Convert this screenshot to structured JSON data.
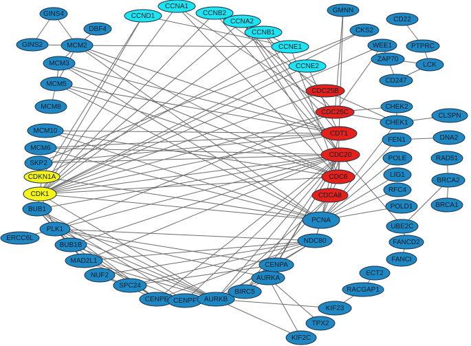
{
  "network": {
    "colors": {
      "blue": "#1f88c3",
      "cyan": "#1ee3f0",
      "red": "#e4211b",
      "yellow": "#f4f419",
      "edge": "#6b6b6b",
      "outline": "#1a2f44"
    },
    "nodes": [
      {
        "id": "GINS4",
        "label": "GINS4",
        "color": "blue"
      },
      {
        "id": "GINS2",
        "label": "GINS2",
        "color": "blue"
      },
      {
        "id": "DBF4",
        "label": "DBF4",
        "color": "blue"
      },
      {
        "id": "MCM2",
        "label": "MCM2",
        "color": "blue"
      },
      {
        "id": "CCND1",
        "label": "CCND1",
        "color": "cyan"
      },
      {
        "id": "CCNA1",
        "label": "CCNA1",
        "color": "cyan"
      },
      {
        "id": "CCNB2",
        "label": "CCNB2",
        "color": "cyan"
      },
      {
        "id": "CCNA2",
        "label": "CCNA2",
        "color": "cyan"
      },
      {
        "id": "CCNB1",
        "label": "CCNB1",
        "color": "cyan"
      },
      {
        "id": "CCNE1",
        "label": "CCNE1",
        "color": "cyan"
      },
      {
        "id": "CCNE2",
        "label": "CCNE2",
        "color": "cyan"
      },
      {
        "id": "GMNN",
        "label": "GMNN",
        "color": "blue"
      },
      {
        "id": "CKS2",
        "label": "CKS2",
        "color": "blue"
      },
      {
        "id": "WEE1",
        "label": "WEE1",
        "color": "blue"
      },
      {
        "id": "CD22",
        "label": "CD22",
        "color": "blue"
      },
      {
        "id": "PTPRC",
        "label": "PTPRC",
        "color": "blue"
      },
      {
        "id": "ZAP70",
        "label": "ZAP70",
        "color": "blue"
      },
      {
        "id": "LCK",
        "label": "LCK",
        "color": "blue"
      },
      {
        "id": "CD247",
        "label": "CD247",
        "color": "blue"
      },
      {
        "id": "MCM3",
        "label": "MCM3",
        "color": "blue"
      },
      {
        "id": "MCM5",
        "label": "MCM5",
        "color": "blue"
      },
      {
        "id": "MCM8",
        "label": "MCM8",
        "color": "blue"
      },
      {
        "id": "MCM10",
        "label": "MCM10",
        "color": "blue"
      },
      {
        "id": "MCM6",
        "label": "MCM6",
        "color": "blue"
      },
      {
        "id": "SKP2",
        "label": "SKP2",
        "color": "blue"
      },
      {
        "id": "CDKN1A",
        "label": "CDKN1A",
        "color": "yellow"
      },
      {
        "id": "CDK1",
        "label": "CDK1",
        "color": "yellow"
      },
      {
        "id": "BUB1",
        "label": "BUB1",
        "color": "blue"
      },
      {
        "id": "PLK1",
        "label": "PLK1",
        "color": "blue"
      },
      {
        "id": "ERCC6L",
        "label": "ERCC6L",
        "color": "blue"
      },
      {
        "id": "BUB1B",
        "label": "BUB1B",
        "color": "blue"
      },
      {
        "id": "MAD2L1",
        "label": "MAD2L1",
        "color": "blue"
      },
      {
        "id": "NUF2",
        "label": "NUF2",
        "color": "blue"
      },
      {
        "id": "SPC24",
        "label": "SPC24",
        "color": "blue"
      },
      {
        "id": "CENPE",
        "label": "CENPE",
        "color": "blue"
      },
      {
        "id": "CENPF",
        "label": "CENPF",
        "color": "blue"
      },
      {
        "id": "AURKB",
        "label": "AURKB",
        "color": "blue"
      },
      {
        "id": "BIRC5",
        "label": "BIRC5",
        "color": "blue"
      },
      {
        "id": "AURKA",
        "label": "AURKA",
        "color": "blue"
      },
      {
        "id": "CENPA",
        "label": "CENPA",
        "color": "blue"
      },
      {
        "id": "NDC80",
        "label": "NDC80",
        "color": "blue"
      },
      {
        "id": "PCNA",
        "label": "PCNA",
        "color": "blue"
      },
      {
        "id": "CDC25B",
        "label": "CDC25B",
        "color": "red"
      },
      {
        "id": "CDC25C",
        "label": "CDC25C",
        "color": "red"
      },
      {
        "id": "CDT1",
        "label": "CDT1",
        "color": "red"
      },
      {
        "id": "CDC20",
        "label": "CDC20",
        "color": "red"
      },
      {
        "id": "CDC6",
        "label": "CDC6",
        "color": "red"
      },
      {
        "id": "CDCA8",
        "label": "CDCA8",
        "color": "red"
      },
      {
        "id": "CHEK2",
        "label": "CHEK2",
        "color": "blue"
      },
      {
        "id": "CHEK1",
        "label": "CHEK1",
        "color": "blue"
      },
      {
        "id": "CLSPN",
        "label": "CLSPN",
        "color": "blue"
      },
      {
        "id": "FEN1",
        "label": "FEN1",
        "color": "blue"
      },
      {
        "id": "DNA2",
        "label": "DNA2",
        "color": "blue"
      },
      {
        "id": "POLE",
        "label": "POLE",
        "color": "blue"
      },
      {
        "id": "RAD51",
        "label": "RAD51",
        "color": "blue"
      },
      {
        "id": "LIG1",
        "label": "LIG1",
        "color": "blue"
      },
      {
        "id": "BRCA2",
        "label": "BRCA2",
        "color": "blue"
      },
      {
        "id": "RFC4",
        "label": "RFC4",
        "color": "blue"
      },
      {
        "id": "BRCA1",
        "label": "BRCA1",
        "color": "blue"
      },
      {
        "id": "POLD1",
        "label": "POLD1",
        "color": "blue"
      },
      {
        "id": "UBE2C",
        "label": "UBE2C",
        "color": "blue"
      },
      {
        "id": "FANCD2",
        "label": "FANCD2",
        "color": "blue"
      },
      {
        "id": "FANCI",
        "label": "FANCI",
        "color": "blue"
      },
      {
        "id": "ECT2",
        "label": "ECT2",
        "color": "blue"
      },
      {
        "id": "RACGAP1",
        "label": "RACGAP1",
        "color": "blue"
      },
      {
        "id": "KIF23",
        "label": "KIF23",
        "color": "blue"
      },
      {
        "id": "TPX2",
        "label": "TPX2",
        "color": "blue"
      },
      {
        "id": "KIF2C",
        "label": "KIF2C",
        "color": "blue"
      }
    ],
    "edges": [
      [
        "GINS4",
        "GINS2"
      ],
      [
        "GINS4",
        "MCM2"
      ],
      [
        "GINS2",
        "MCM2"
      ],
      [
        "DBF4",
        "MCM2"
      ],
      [
        "MCM2",
        "MCM3"
      ],
      [
        "MCM2",
        "MCM5"
      ],
      [
        "MCM2",
        "CDT1"
      ],
      [
        "MCM2",
        "CDC6"
      ],
      [
        "MCM2",
        "PCNA"
      ],
      [
        "MCM2",
        "CCNE1"
      ],
      [
        "MCM3",
        "MCM5"
      ],
      [
        "MCM3",
        "CDC6"
      ],
      [
        "MCM3",
        "CDT1"
      ],
      [
        "MCM3",
        "PCNA"
      ],
      [
        "MCM5",
        "MCM8"
      ],
      [
        "MCM5",
        "CDC6"
      ],
      [
        "MCM5",
        "CDT1"
      ],
      [
        "MCM5",
        "PCNA"
      ],
      [
        "MCM10",
        "CDT1"
      ],
      [
        "MCM10",
        "PCNA"
      ],
      [
        "MCM10",
        "CDC6"
      ],
      [
        "MCM6",
        "CDT1"
      ],
      [
        "MCM6",
        "CDC20"
      ],
      [
        "MCM6",
        "PCNA"
      ],
      [
        "SKP2",
        "CDC20"
      ],
      [
        "SKP2",
        "CDT1"
      ],
      [
        "SKP2",
        "CKS2"
      ],
      [
        "CDKN1A",
        "PCNA"
      ],
      [
        "CDKN1A",
        "CCNE1"
      ],
      [
        "CDKN1A",
        "CDK1"
      ],
      [
        "CDKN1A",
        "CCND1"
      ],
      [
        "CDK1",
        "CCNA1"
      ],
      [
        "CDK1",
        "CCNB2"
      ],
      [
        "CDK1",
        "CCNA2"
      ],
      [
        "CDK1",
        "CCNB1"
      ],
      [
        "CDK1",
        "CCNE2"
      ],
      [
        "CDK1",
        "CCND1"
      ],
      [
        "CDK1",
        "WEE1"
      ],
      [
        "CDK1",
        "CKS2"
      ],
      [
        "CDK1",
        "CDC25B"
      ],
      [
        "CDK1",
        "CDC25C"
      ],
      [
        "CDK1",
        "CDC20"
      ],
      [
        "CDK1",
        "CDT1"
      ],
      [
        "CDK1",
        "CDC6"
      ],
      [
        "CDK1",
        "PCNA"
      ],
      [
        "CDK1",
        "PLK1"
      ],
      [
        "CDK1",
        "AURKB"
      ],
      [
        "CDK1",
        "BUB1"
      ],
      [
        "BUB1",
        "BUB1B"
      ],
      [
        "BUB1",
        "MAD2L1"
      ],
      [
        "BUB1",
        "CDC20"
      ],
      [
        "BUB1",
        "CENPE"
      ],
      [
        "BUB1",
        "AURKB"
      ],
      [
        "BUB1",
        "PLK1"
      ],
      [
        "BUB1",
        "CENPF"
      ],
      [
        "PLK1",
        "CDC25C"
      ],
      [
        "PLK1",
        "AURKA"
      ],
      [
        "PLK1",
        "CENPA"
      ],
      [
        "PLK1",
        "NDC80"
      ],
      [
        "PLK1",
        "ERCC6L"
      ],
      [
        "PLK1",
        "BUB1B"
      ],
      [
        "PLK1",
        "CDC20"
      ],
      [
        "PLK1",
        "CENPE"
      ],
      [
        "PLK1",
        "AURKB"
      ],
      [
        "BUB1B",
        "MAD2L1"
      ],
      [
        "BUB1B",
        "CDC20"
      ],
      [
        "BUB1B",
        "CENPE"
      ],
      [
        "BUB1B",
        "AURKB"
      ],
      [
        "MAD2L1",
        "CDC20"
      ],
      [
        "MAD2L1",
        "NDC80"
      ],
      [
        "MAD2L1",
        "AURKB"
      ],
      [
        "MAD2L1",
        "CENPF"
      ],
      [
        "NUF2",
        "NDC80"
      ],
      [
        "NUF2",
        "SPC24"
      ],
      [
        "NUF2",
        "CENPE"
      ],
      [
        "SPC24",
        "NDC80"
      ],
      [
        "SPC24",
        "CENPA"
      ],
      [
        "CENPE",
        "CENPF"
      ],
      [
        "CENPE",
        "AURKB"
      ],
      [
        "CENPE",
        "CDC20"
      ],
      [
        "CENPE",
        "NDC80"
      ],
      [
        "CENPF",
        "AURKB"
      ],
      [
        "CENPF",
        "CDC20"
      ],
      [
        "AURKB",
        "BIRC5"
      ],
      [
        "AURKB",
        "AURKA"
      ],
      [
        "AURKB",
        "CENPA"
      ],
      [
        "AURKB",
        "CDCA8"
      ],
      [
        "AURKB",
        "CDC20"
      ],
      [
        "AURKB",
        "KIF23"
      ],
      [
        "AURKB",
        "KIF2C"
      ],
      [
        "AURKB",
        "NDC80"
      ],
      [
        "BIRC5",
        "CDCA8"
      ],
      [
        "BIRC5",
        "AURKA"
      ],
      [
        "BIRC5",
        "CDC20"
      ],
      [
        "AURKA",
        "TPX2"
      ],
      [
        "AURKA",
        "CDC20"
      ],
      [
        "AURKA",
        "CENPA"
      ],
      [
        "AURKA",
        "KIF2C"
      ],
      [
        "CENPA",
        "NDC80"
      ],
      [
        "CENPA",
        "CDC20"
      ],
      [
        "NDC80",
        "CDC20"
      ],
      [
        "NDC80",
        "PCNA"
      ],
      [
        "PCNA",
        "FEN1"
      ],
      [
        "PCNA",
        "POLE"
      ],
      [
        "PCNA",
        "LIG1"
      ],
      [
        "PCNA",
        "RFC4"
      ],
      [
        "PCNA",
        "POLD1"
      ],
      [
        "PCNA",
        "CDT1"
      ],
      [
        "PCNA",
        "CDC6"
      ],
      [
        "PCNA",
        "CHEK1"
      ],
      [
        "CDC20",
        "CCNA2"
      ],
      [
        "CDC20",
        "CCNB1"
      ],
      [
        "CDC20",
        "CDC6"
      ],
      [
        "CDC20",
        "UBE2C"
      ],
      [
        "CDC20",
        "CCNB2"
      ],
      [
        "CDC25C",
        "CHEK1"
      ],
      [
        "CDC25C",
        "CHEK2"
      ],
      [
        "CDC25C",
        "WEE1"
      ],
      [
        "CDC25C",
        "CCNB1"
      ],
      [
        "CDC25C",
        "GMNN"
      ],
      [
        "CDC25B",
        "CCNB2"
      ],
      [
        "CDC25B",
        "CHEK1"
      ],
      [
        "CDT1",
        "GMNN"
      ],
      [
        "CDT1",
        "CCNA2"
      ],
      [
        "CDT1",
        "CDC6"
      ],
      [
        "CDT1",
        "CCNE2"
      ],
      [
        "CDC6",
        "CCNA1"
      ],
      [
        "CDC6",
        "CCNE1"
      ],
      [
        "CDC6",
        "CCNA2"
      ],
      [
        "CHEK1",
        "CLSPN"
      ],
      [
        "CHEK1",
        "CHEK2"
      ],
      [
        "FEN1",
        "DNA2"
      ],
      [
        "WEE1",
        "ZAP70"
      ],
      [
        "ZAP70",
        "LCK"
      ],
      [
        "ZAP70",
        "CD247"
      ],
      [
        "LCK",
        "CD247"
      ],
      [
        "LCK",
        "PTPRC"
      ],
      [
        "PTPRC",
        "CD22"
      ],
      [
        "RAD51",
        "BRCA2"
      ],
      [
        "BRCA2",
        "BRCA1"
      ],
      [
        "BRCA2",
        "UBE2C"
      ],
      [
        "UBE2C",
        "FANCD2"
      ],
      [
        "FANCD2",
        "FANCI"
      ],
      [
        "ECT2",
        "RACGAP1"
      ],
      [
        "RACGAP1",
        "KIF23"
      ],
      [
        "CCNB1",
        "CCNB2"
      ],
      [
        "CCNA2",
        "CCNE1"
      ],
      [
        "CCND1",
        "CCNE1"
      ],
      [
        "CCNA1",
        "CDC25C"
      ]
    ]
  }
}
